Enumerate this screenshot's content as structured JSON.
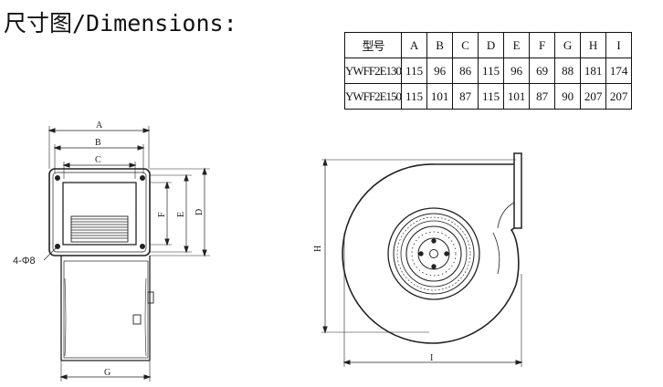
{
  "title": "尺寸图/Dimensions:",
  "table": {
    "headers": [
      "型号",
      "A",
      "B",
      "C",
      "D",
      "E",
      "F",
      "G",
      "H",
      "I"
    ],
    "rows": [
      [
        "YWFF2E130",
        "115",
        "96",
        "86",
        "115",
        "96",
        "69",
        "88",
        "181",
        "174"
      ],
      [
        "YWFF2E150",
        "115",
        "101",
        "87",
        "115",
        "101",
        "87",
        "90",
        "207",
        "207"
      ]
    ]
  },
  "front_view": {
    "dim_labels": {
      "a": "A",
      "b": "B",
      "c": "C",
      "d": "D",
      "e": "E",
      "f": "F",
      "g": "G"
    },
    "hole_label": "4-Φ8"
  },
  "side_view": {
    "dim_labels": {
      "h": "H",
      "i": "I"
    }
  }
}
